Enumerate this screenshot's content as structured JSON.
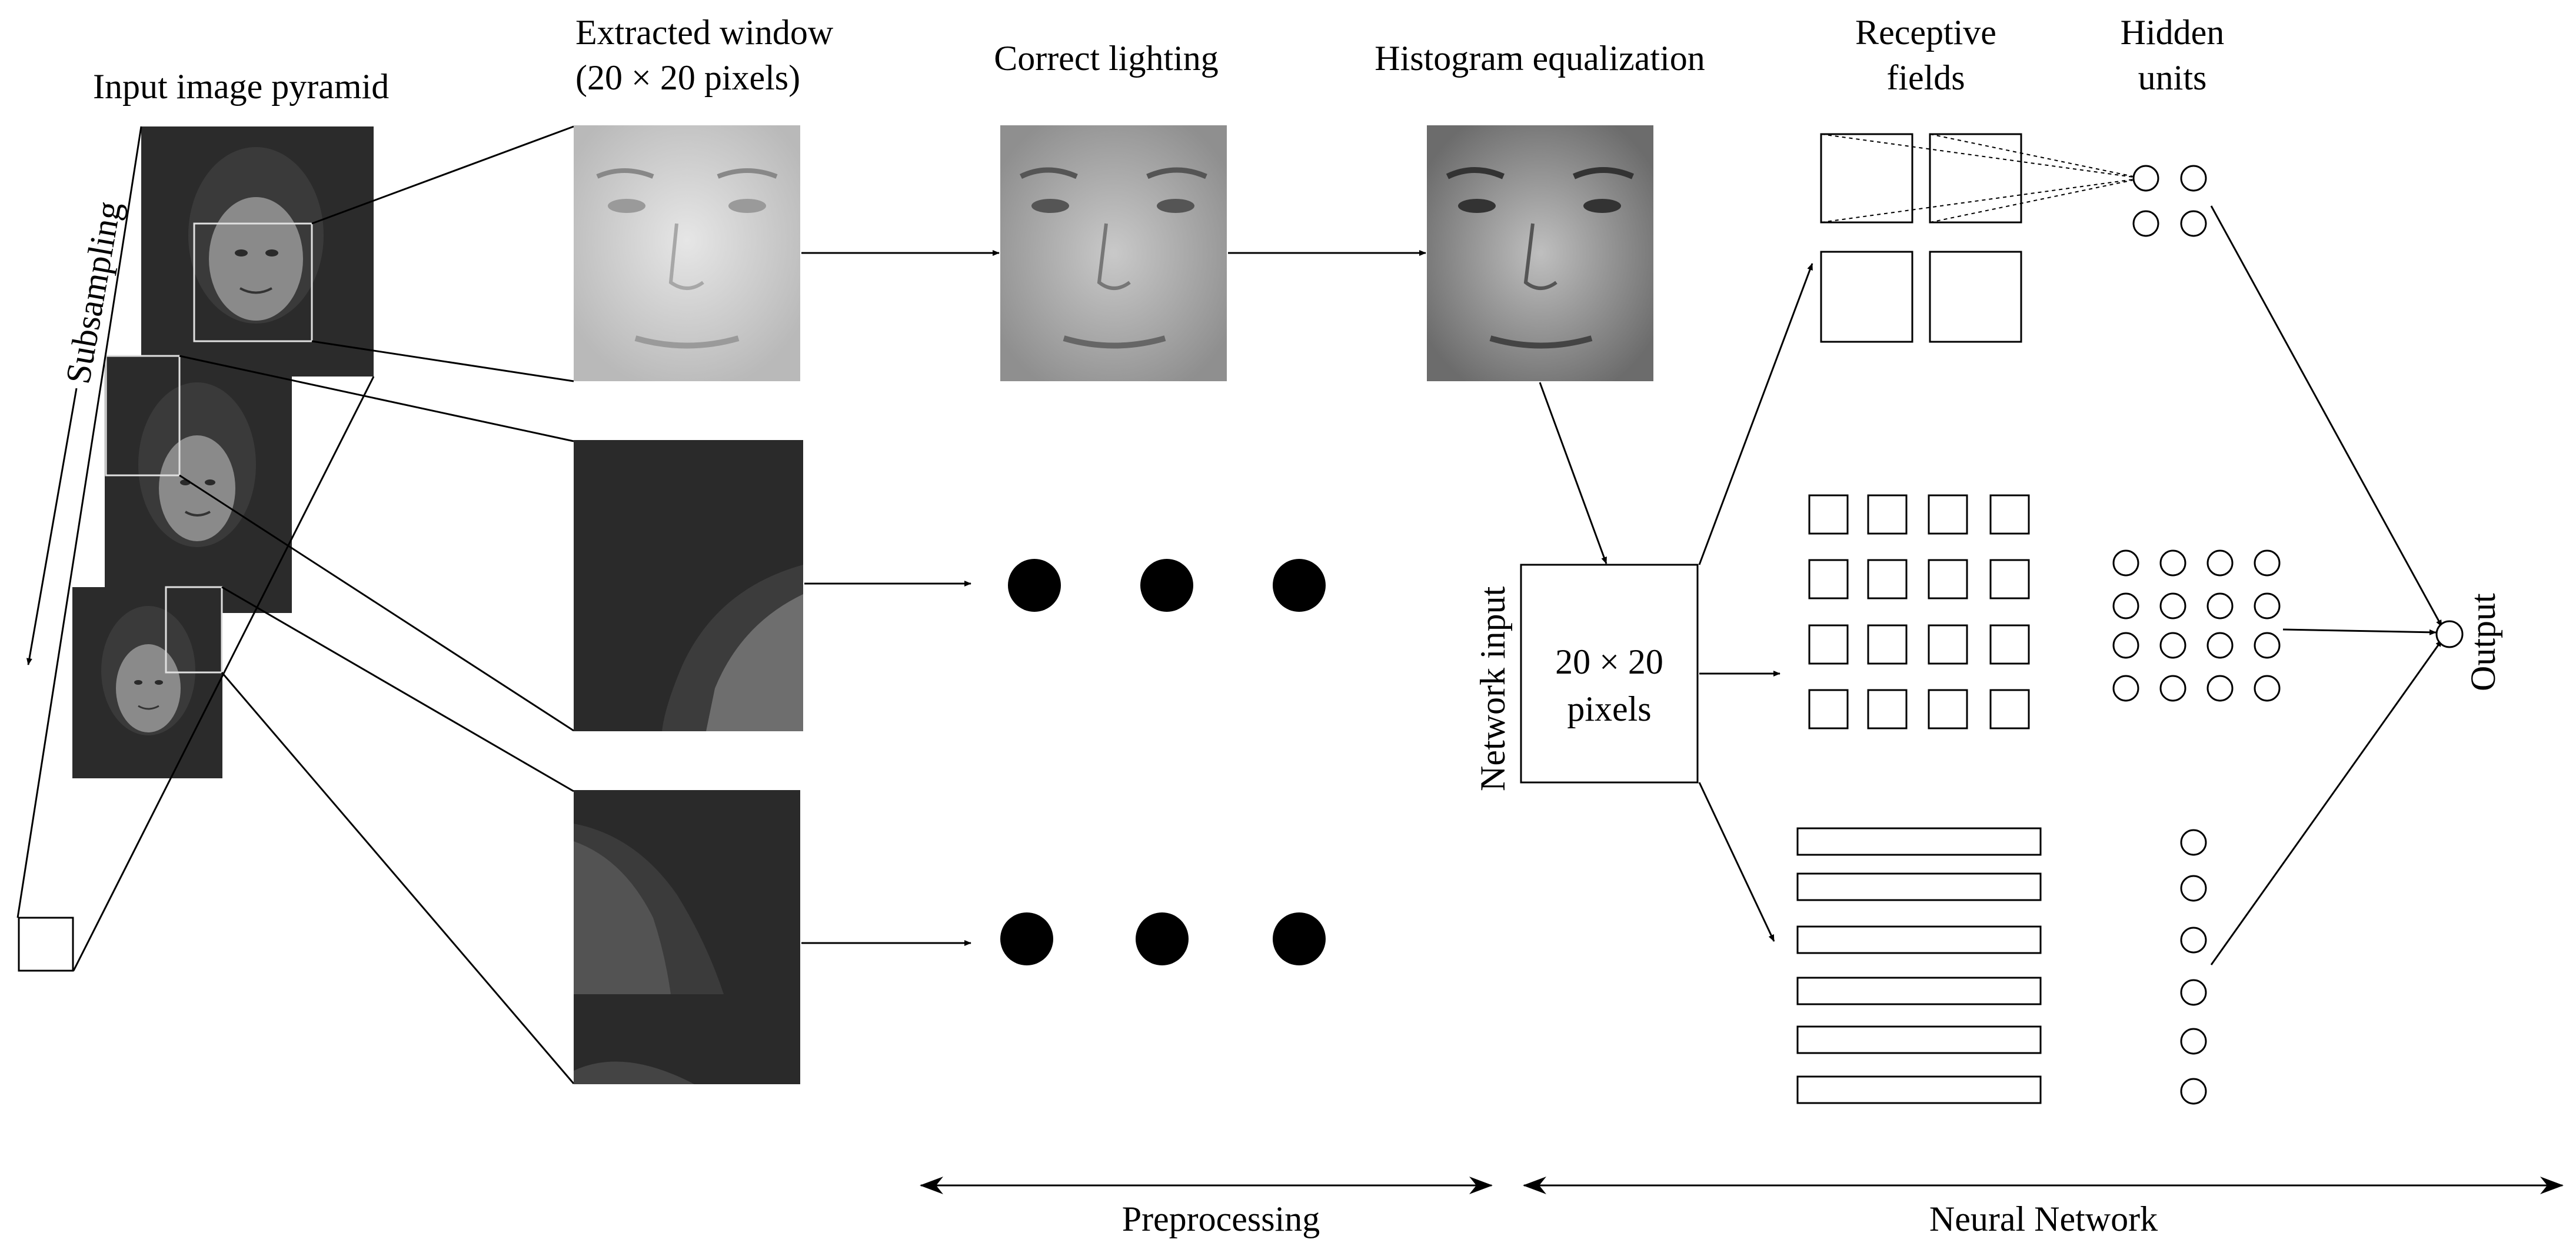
{
  "labels": {
    "input_pyramid": "Input image pyramid",
    "subsampling": "Subsampling",
    "extracted_window_l1": "Extracted window",
    "extracted_window_l2": "(20 × 20 pixels)",
    "correct_lighting": "Correct lighting",
    "histogram_equalization": "Histogram equalization",
    "receptive_fields_l1": "Receptive",
    "receptive_fields_l2": "fields",
    "hidden_units_l1": "Hidden",
    "hidden_units_l2": "units",
    "network_input": "Network input",
    "input_box_l1": "20 × 20",
    "input_box_l2": "pixels",
    "output": "Output",
    "preprocessing": "Preprocessing",
    "neural_network": "Neural Network"
  },
  "colors": {
    "line": "#000000",
    "photo_bg_dark": "#2a2a2a",
    "photo_bg_light": "#d8d8d8"
  },
  "icons": {
    "photo_placeholder": "face-photo",
    "ellipsis_dots": "filled-circle"
  }
}
